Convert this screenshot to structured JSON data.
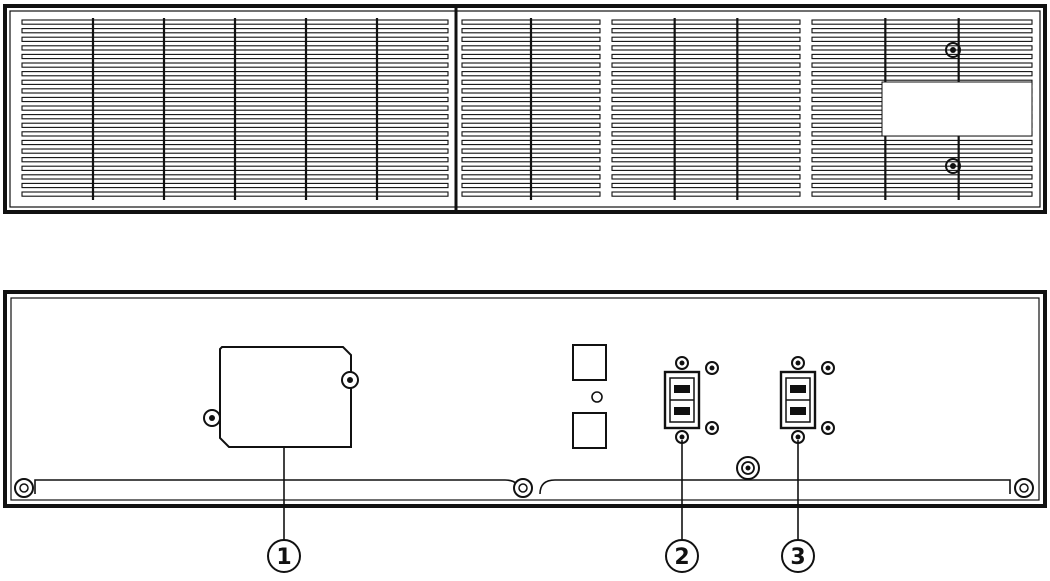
{
  "callouts": [
    {
      "label": "1"
    },
    {
      "label": "2"
    },
    {
      "label": "3"
    }
  ],
  "colors": {
    "line": "#111111",
    "background": "#ffffff",
    "vent_fill": "#d9d9d9"
  }
}
